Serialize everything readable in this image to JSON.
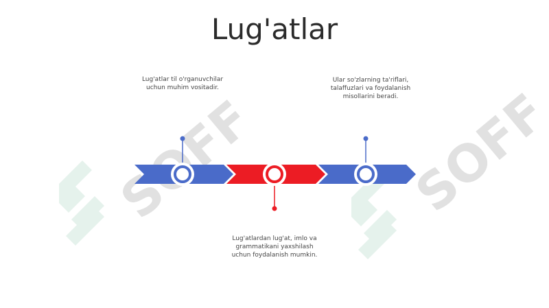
{
  "slide": {
    "title": "Lug'atlar",
    "watermark_text": "SOFF",
    "colors": {
      "blue": "#4a6bc9",
      "red": "#ec1c24",
      "dark_blue": "#3f5bb8",
      "watermark_gray": "#c8c8c8",
      "watermark_green": "#cfe8dc"
    },
    "milestones": [
      {
        "text_lines": [
          "Lug'atlar til o'rganuvchilar",
          "uchun muhim vositadir."
        ]
      },
      {
        "text_lines": [
          "Lug'atlardan lug'at, imlo va",
          "grammatikani yaxshilash",
          "uchun foydalanish mumkin."
        ]
      },
      {
        "text_lines": [
          "Ular so'zlarning ta'riflari,",
          "talaffuzlari va foydalanish",
          "misollarini beradi."
        ]
      }
    ]
  }
}
